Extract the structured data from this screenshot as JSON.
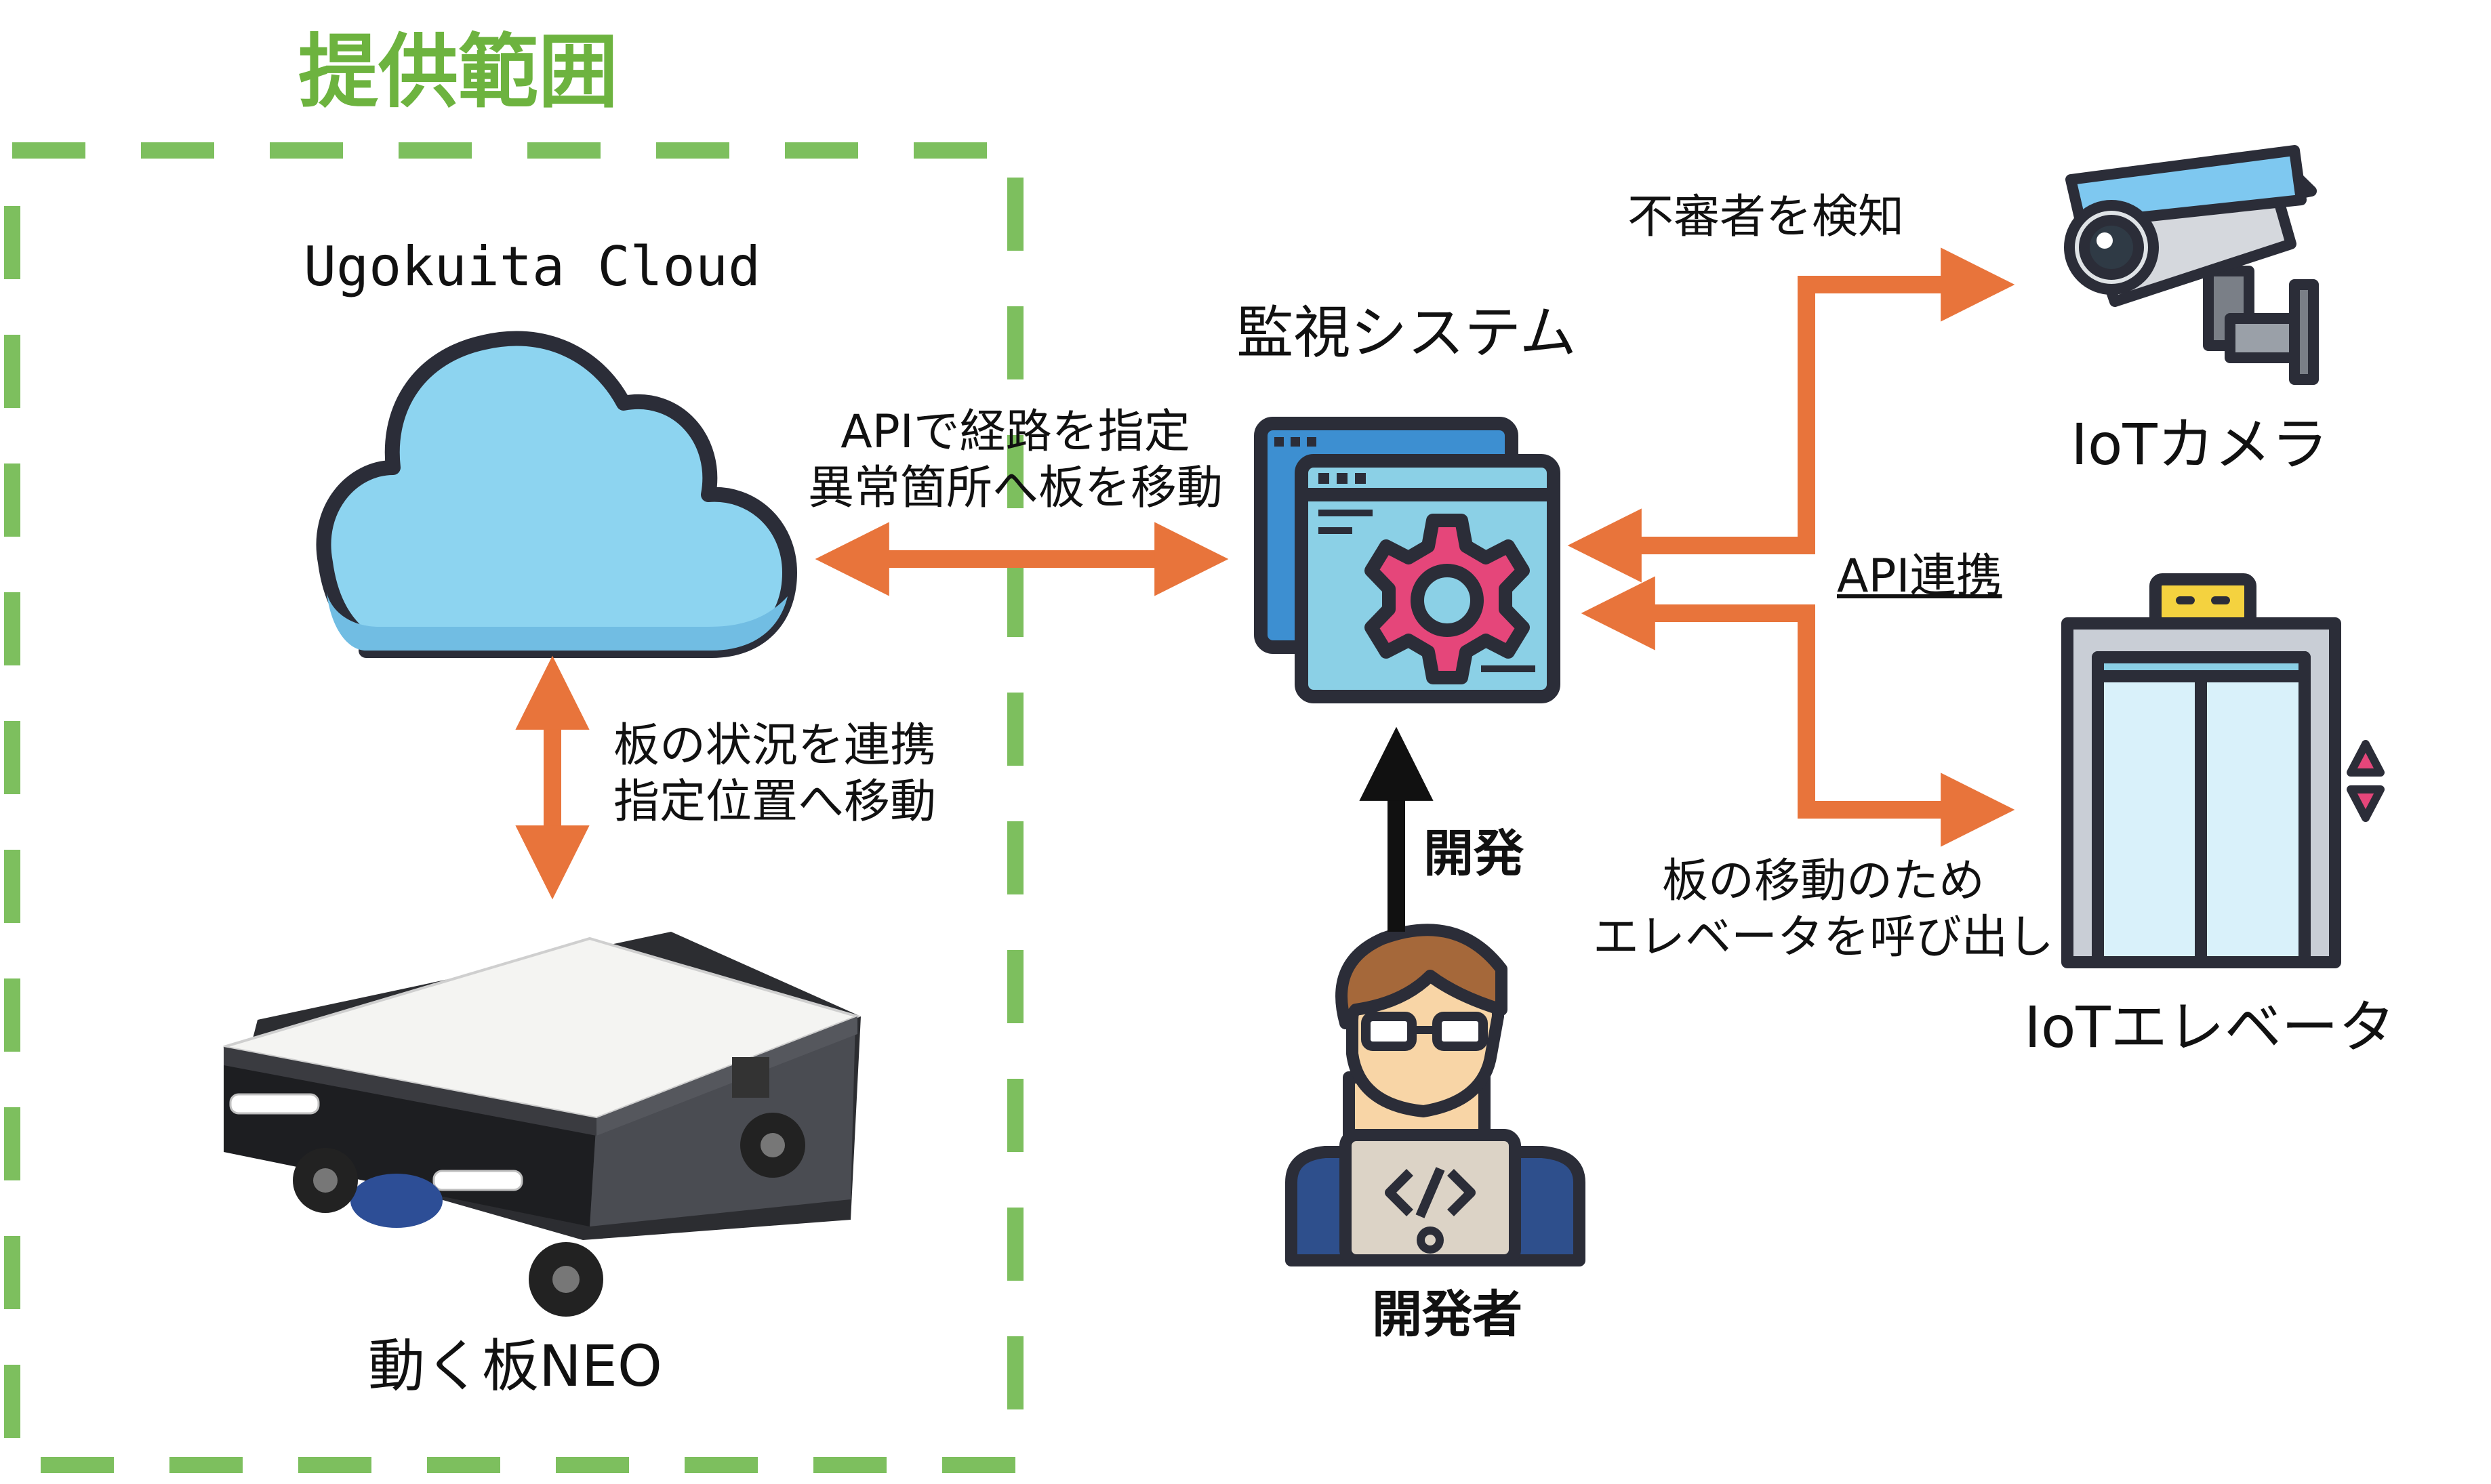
{
  "scope": {
    "title": "提供範囲"
  },
  "cloud": {
    "label": "Ugokuita Cloud"
  },
  "robot": {
    "label": "動く板NEO"
  },
  "monitor": {
    "label": "監視システム"
  },
  "camera": {
    "label": "IoTカメラ"
  },
  "elevator": {
    "label": "IoTエレベータ"
  },
  "developer": {
    "label": "開発者"
  },
  "edges": {
    "cloud_monitor": "APIで経路を指定\n異常箇所へ板を移動",
    "cloud_robot": "板の状況を連携\n指定位置へ移動",
    "monitor_camera": "不審者を検知",
    "api_link": "API連携",
    "monitor_elevator": "板の移動のため\nエレベータを呼び出し",
    "dev_monitor": "開発"
  },
  "colors": {
    "scope_border": "#7DBF5E",
    "scope_title": "#6DB33F",
    "arrow": "#E8743B",
    "cloud_fill": "#8DD4F0",
    "gear": "#E5467A",
    "outline": "#2B2D38"
  },
  "icons": [
    "cloud-icon",
    "robot-image",
    "monitor-system-icon",
    "gear-icon",
    "security-camera-icon",
    "elevator-icon",
    "developer-icon"
  ]
}
